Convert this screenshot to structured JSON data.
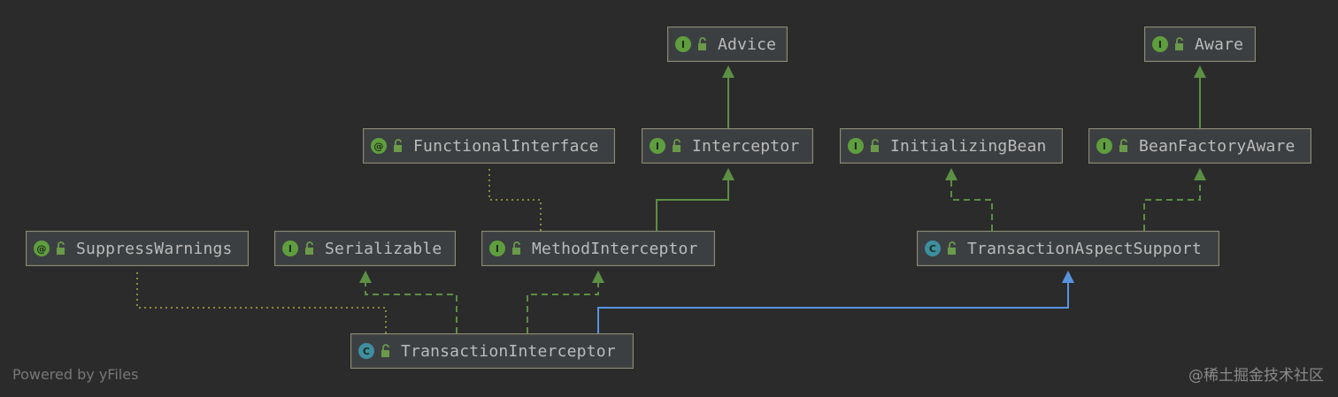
{
  "colors": {
    "background": "#2b2b2b",
    "node_fill": "#3c3f41",
    "node_border": "#8a8a7a",
    "interface_badge": "#5f9e3e",
    "annotation_badge": "#5f9e3e",
    "class_badge": "#3d8fa0",
    "implements_edge": "#5b8f43",
    "extends_edge": "#5794e0",
    "annotation_edge": "#8a8a3a"
  },
  "nodes": [
    {
      "id": "advice",
      "name": "Advice",
      "kind": "interface",
      "badge": "I"
    },
    {
      "id": "aware",
      "name": "Aware",
      "kind": "interface",
      "badge": "I"
    },
    {
      "id": "functional",
      "name": "FunctionalInterface",
      "kind": "annotation",
      "badge": "@"
    },
    {
      "id": "interceptor",
      "name": "Interceptor",
      "kind": "interface",
      "badge": "I"
    },
    {
      "id": "initbean",
      "name": "InitializingBean",
      "kind": "interface",
      "badge": "I"
    },
    {
      "id": "bfaware",
      "name": "BeanFactoryAware",
      "kind": "interface",
      "badge": "I"
    },
    {
      "id": "suppress",
      "name": "SuppressWarnings",
      "kind": "annotation",
      "badge": "@"
    },
    {
      "id": "serializable",
      "name": "Serializable",
      "kind": "interface",
      "badge": "I"
    },
    {
      "id": "methodint",
      "name": "MethodInterceptor",
      "kind": "interface",
      "badge": "I"
    },
    {
      "id": "txaspect",
      "name": "TransactionAspectSupport",
      "kind": "abstract-class",
      "badge": "C"
    },
    {
      "id": "txinterceptor",
      "name": "TransactionInterceptor",
      "kind": "class",
      "badge": "C"
    }
  ],
  "edges": [
    {
      "from": "interceptor",
      "to": "advice",
      "type": "extends-interface"
    },
    {
      "from": "bfaware",
      "to": "aware",
      "type": "extends-interface"
    },
    {
      "from": "methodint",
      "to": "interceptor",
      "type": "extends-interface"
    },
    {
      "from": "methodint",
      "to": "functional",
      "type": "annotation"
    },
    {
      "from": "txaspect",
      "to": "initbean",
      "type": "implements"
    },
    {
      "from": "txaspect",
      "to": "bfaware",
      "type": "implements"
    },
    {
      "from": "txinterceptor",
      "to": "serializable",
      "type": "implements"
    },
    {
      "from": "txinterceptor",
      "to": "methodint",
      "type": "implements"
    },
    {
      "from": "txinterceptor",
      "to": "txaspect",
      "type": "extends-class"
    },
    {
      "from": "txinterceptor",
      "to": "suppress",
      "type": "annotation"
    }
  ],
  "footer": {
    "left": "Powered by yFiles",
    "right": "@稀土掘金技术社区"
  }
}
